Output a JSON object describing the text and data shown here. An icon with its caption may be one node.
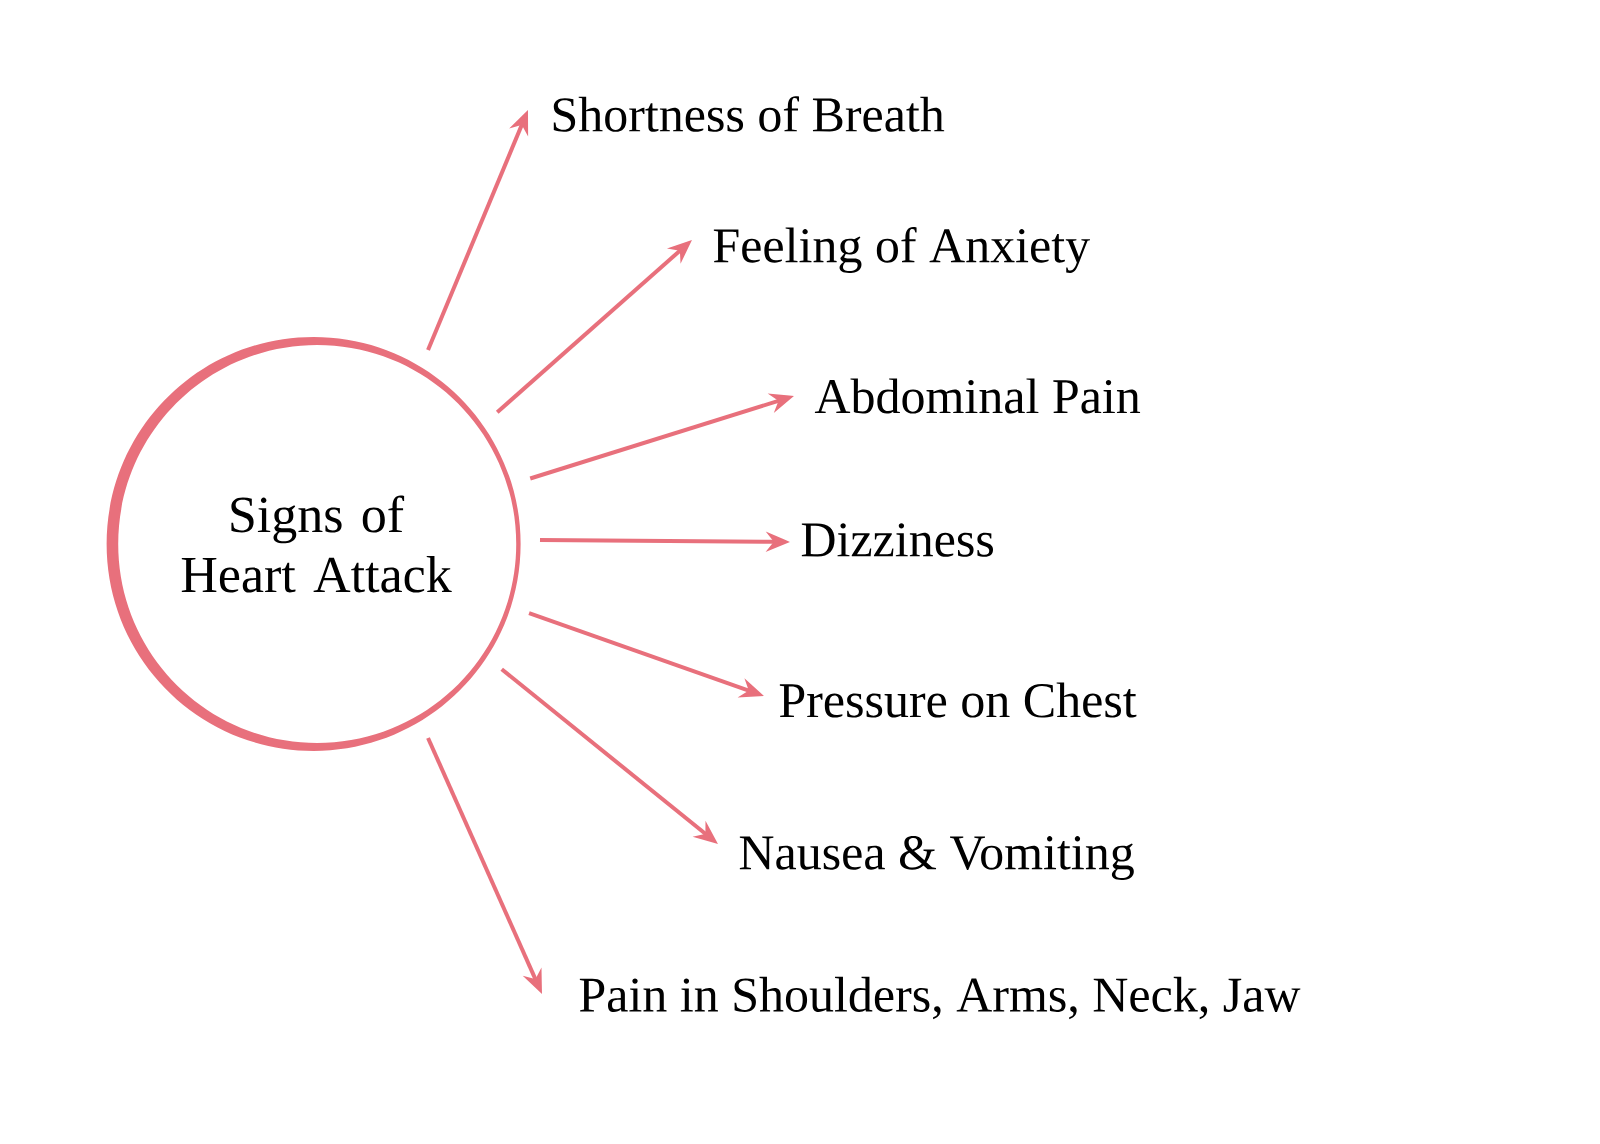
{
  "diagram": {
    "nodes": [
      {
        "text": [
          "Signs of Heart Attack"
        ]
      },
      {
        "text": [
          "Shortness of Breath"
        ]
      },
      {
        "text": [
          "Feeling of Anxiety"
        ]
      },
      {
        "text": [
          "Abdominal Pain"
        ]
      },
      {
        "text": [
          "Dizziness"
        ]
      },
      {
        "text": [
          "Pressure on Chest"
        ]
      },
      {
        "text": [
          "Nausea & Vomiting"
        ]
      },
      {
        "text": [
          "Pain in Shoulders, Arms, Neck, Jaw"
        ]
      }
    ],
    "edges": [
      {
        "from": 0,
        "to": 1,
        "arrow": "to"
      },
      {
        "from": 0,
        "to": 2,
        "arrow": "to"
      },
      {
        "from": 0,
        "to": 3,
        "arrow": "to"
      },
      {
        "from": 0,
        "to": 4,
        "arrow": "to"
      },
      {
        "from": 0,
        "to": 5,
        "arrow": "to"
      },
      {
        "from": 0,
        "to": 6,
        "arrow": "to"
      },
      {
        "from": 0,
        "to": 7,
        "arrow": "to"
      }
    ]
  }
}
